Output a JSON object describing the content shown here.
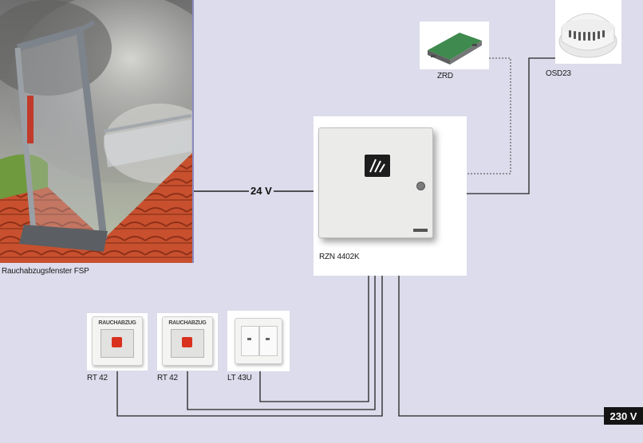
{
  "labels": {
    "window": "Rauchabzugsfenster FSP",
    "control_unit": "RZN 4402K",
    "zrd": "ZRD",
    "osd": "OSD23",
    "rt42_a": "RT 42",
    "rt42_b": "RT 42",
    "lt43u": "LT 43U"
  },
  "voltages": {
    "low": "24 V",
    "mains": "230 V"
  },
  "button_caption": "RAUCHABZUG",
  "colors": {
    "background": "#dcdcec",
    "wire": "#222222",
    "roof_tile": "#c8502e",
    "rt_button": "#d8321e"
  }
}
